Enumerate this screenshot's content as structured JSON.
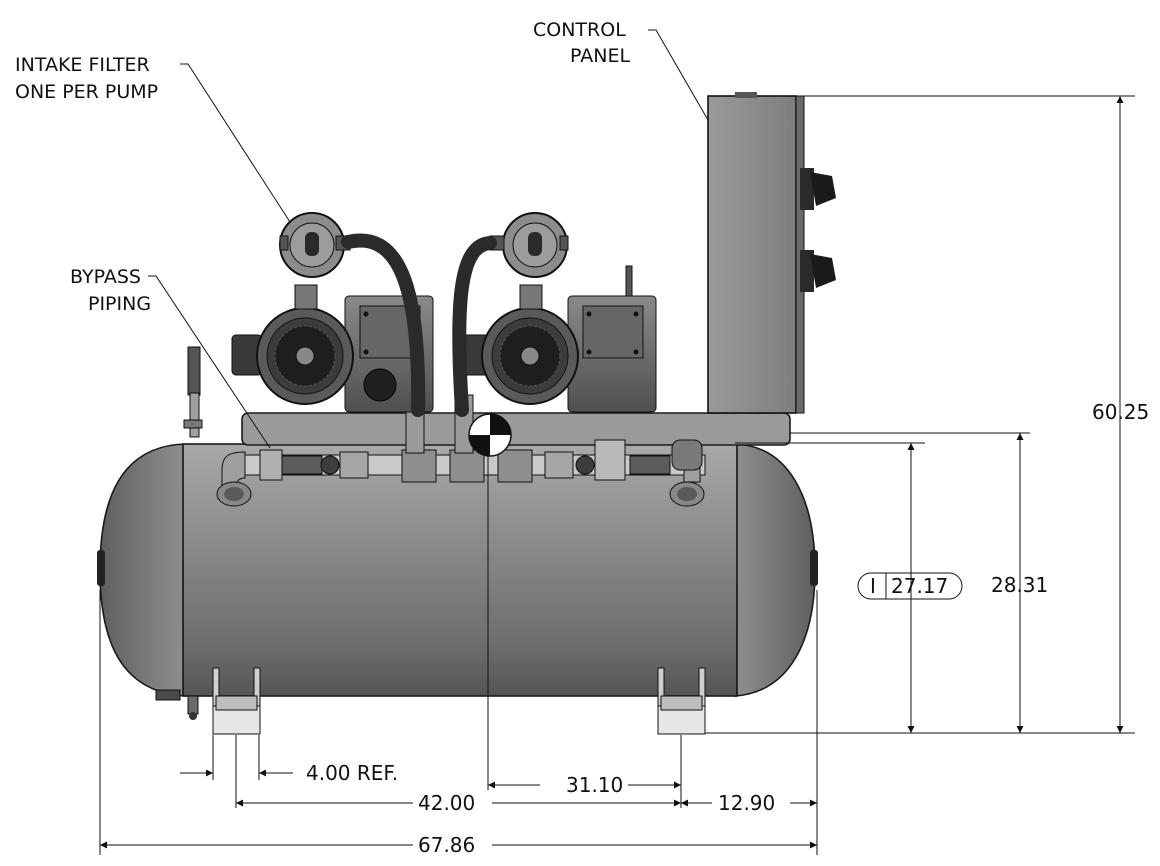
{
  "callouts": {
    "control_panel": [
      "CONTROL",
      "PANEL"
    ],
    "intake_filter": [
      "INTAKE FILTER",
      "ONE PER PUMP"
    ],
    "bypass_piping": [
      "BYPASS",
      "PIPING"
    ]
  },
  "dimensions": {
    "overall_height": "60.25",
    "deck_height": "28.31",
    "inspection_height_prefix": "I",
    "inspection_height": "27.17",
    "foot_width": "4.00 REF.",
    "foot_spacing": "42.00",
    "cg_to_foot": "31.10",
    "foot_to_end": "12.90",
    "overall_length": "67.86"
  },
  "colors": {
    "tank": "#8c8c8c",
    "tank_dark": "#5a5a5a",
    "panel": "#8e8e8e",
    "motor": "#6e6e6e",
    "hose": "#2a2a2a"
  }
}
